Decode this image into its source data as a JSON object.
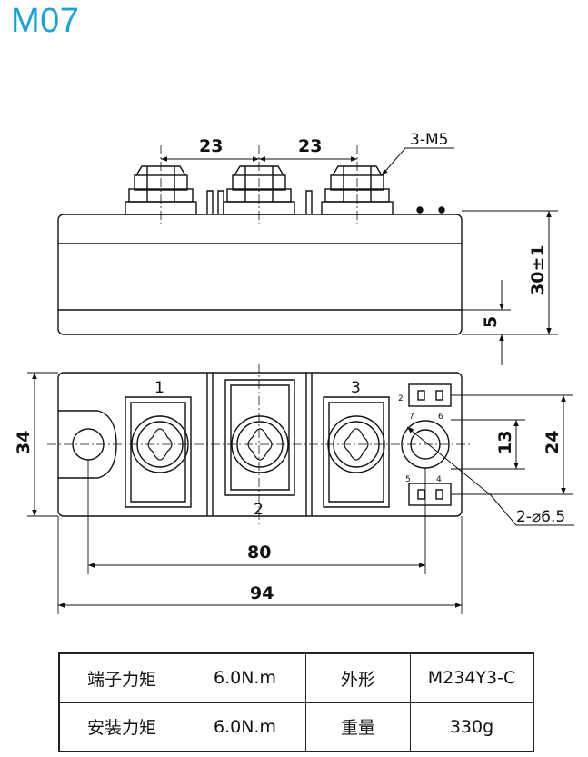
{
  "title": "M07",
  "side_view": {
    "dim_spacing_left": "23",
    "dim_spacing_right": "23",
    "thread_callout": "3-M5",
    "dim_height": "30±1",
    "dim_base": "5"
  },
  "top_view": {
    "terminal_1": "1",
    "terminal_2": "2",
    "terminal_3": "3",
    "pin_2": "2",
    "pin_7": "7",
    "pin_6": "6",
    "pin_5": "5",
    "pin_4": "4",
    "dim_width": "34",
    "dim_hole_pitch": "80",
    "dim_length": "94",
    "dim_13": "13",
    "dim_24": "24",
    "hole_callout": "2-⌀6.5"
  },
  "specs": {
    "rows": [
      {
        "label1": "端子力矩",
        "value1": "6.0N.m",
        "label2": "外形",
        "value2": "M234Y3-C"
      },
      {
        "label1": "安装力矩",
        "value1": "6.0N.m",
        "label2": "重量",
        "value2": "330g"
      }
    ]
  },
  "colors": {
    "title": "#19a3dc",
    "line": "#111111"
  }
}
